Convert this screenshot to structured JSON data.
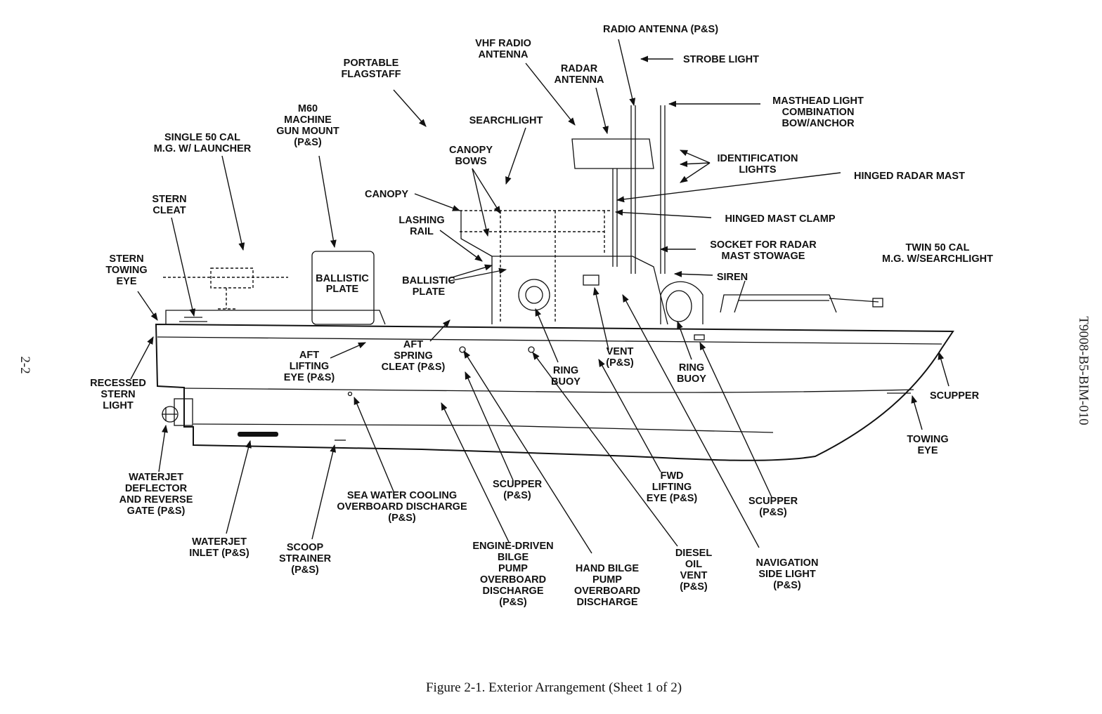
{
  "figure": {
    "caption": "Figure 2-1.  Exterior Arrangement (Sheet 1 of 2)",
    "page_number": "2-2",
    "document_id": "T9008-B5-BIM-010"
  },
  "labels": {
    "radio_antenna": [
      "RADIO ANTENNA (P&S)"
    ],
    "vhf_radio_antenna": [
      "VHF RADIO",
      "ANTENNA"
    ],
    "portable_flagstaff": [
      "PORTABLE",
      "FLAGSTAFF"
    ],
    "radar_antenna": [
      "RADAR",
      "ANTENNA"
    ],
    "strobe_light": [
      "STROBE LIGHT"
    ],
    "masthead_light": [
      "MASTHEAD LIGHT",
      "COMBINATION",
      "BOW/ANCHOR"
    ],
    "m60_mount": [
      "M60",
      "MACHINE",
      "GUN MOUNT",
      "(P&S)"
    ],
    "searchlight": [
      "SEARCHLIGHT"
    ],
    "single_50_cal": [
      "SINGLE 50 CAL",
      "M.G. W/ LAUNCHER"
    ],
    "canopy_bows": [
      "CANOPY",
      "BOWS"
    ],
    "identification_lights": [
      "IDENTIFICATION",
      "LIGHTS"
    ],
    "hinged_radar_mast": [
      "HINGED RADAR MAST"
    ],
    "stern_cleat": [
      "STERN",
      "CLEAT"
    ],
    "canopy": [
      "CANOPY"
    ],
    "lashing_rail": [
      "LASHING",
      "RAIL"
    ],
    "hinged_mast_clamp": [
      "HINGED MAST CLAMP"
    ],
    "socket_radar_mast": [
      "SOCKET FOR RADAR",
      "MAST STOWAGE"
    ],
    "twin_50_cal": [
      "TWIN 50 CAL",
      "M.G. W/SEARCHLIGHT"
    ],
    "stern_towing_eye": [
      "STERN",
      "TOWING",
      "EYE"
    ],
    "ballistic_plate_left": [
      "BALLISTIC",
      "PLATE"
    ],
    "ballistic_plate_mid": [
      "BALLISTIC",
      "PLATE"
    ],
    "siren": [
      "SIREN"
    ],
    "aft_lifting_eye": [
      "AFT",
      "LIFTING",
      "EYE (P&S)"
    ],
    "aft_spring_cleat": [
      "AFT",
      "SPRING",
      "CLEAT (P&S)"
    ],
    "vent": [
      "VENT",
      "(P&S)"
    ],
    "ring_buoy_left": [
      "RING",
      "BUOY"
    ],
    "ring_buoy_right": [
      "RING",
      "BUOY"
    ],
    "recessed_stern_light": [
      "RECESSED",
      "STERN",
      "LIGHT"
    ],
    "scupper_bow": [
      "SCUPPER"
    ],
    "towing_eye": [
      "TOWING",
      "EYE"
    ],
    "waterjet_deflector": [
      "WATERJET",
      "DEFLECTOR",
      "AND REVERSE",
      "GATE (P&S)"
    ],
    "sea_water_cooling": [
      "SEA WATER COOLING",
      "OVERBOARD DISCHARGE",
      "(P&S)"
    ],
    "scupper_mid": [
      "SCUPPER",
      "(P&S)"
    ],
    "fwd_lifting_eye": [
      "FWD",
      "LIFTING",
      "EYE (P&S)"
    ],
    "scupper_fwd": [
      "SCUPPER",
      "(P&S)"
    ],
    "waterjet_inlet": [
      "WATERJET",
      "INLET (P&S)"
    ],
    "scoop_strainer": [
      "SCOOP",
      "STRAINER",
      "(P&S)"
    ],
    "engine_bilge": [
      "ENGINE-DRIVEN",
      "BILGE",
      "PUMP",
      "OVERBOARD",
      "DISCHARGE",
      "(P&S)"
    ],
    "hand_bilge": [
      "HAND BILGE",
      "PUMP",
      "OVERBOARD",
      "DISCHARGE"
    ],
    "diesel_oil_vent": [
      "DIESEL",
      "OIL",
      "VENT",
      "(P&S)"
    ],
    "navigation_side_light": [
      "NAVIGATION",
      "SIDE LIGHT",
      "(P&S)"
    ]
  }
}
